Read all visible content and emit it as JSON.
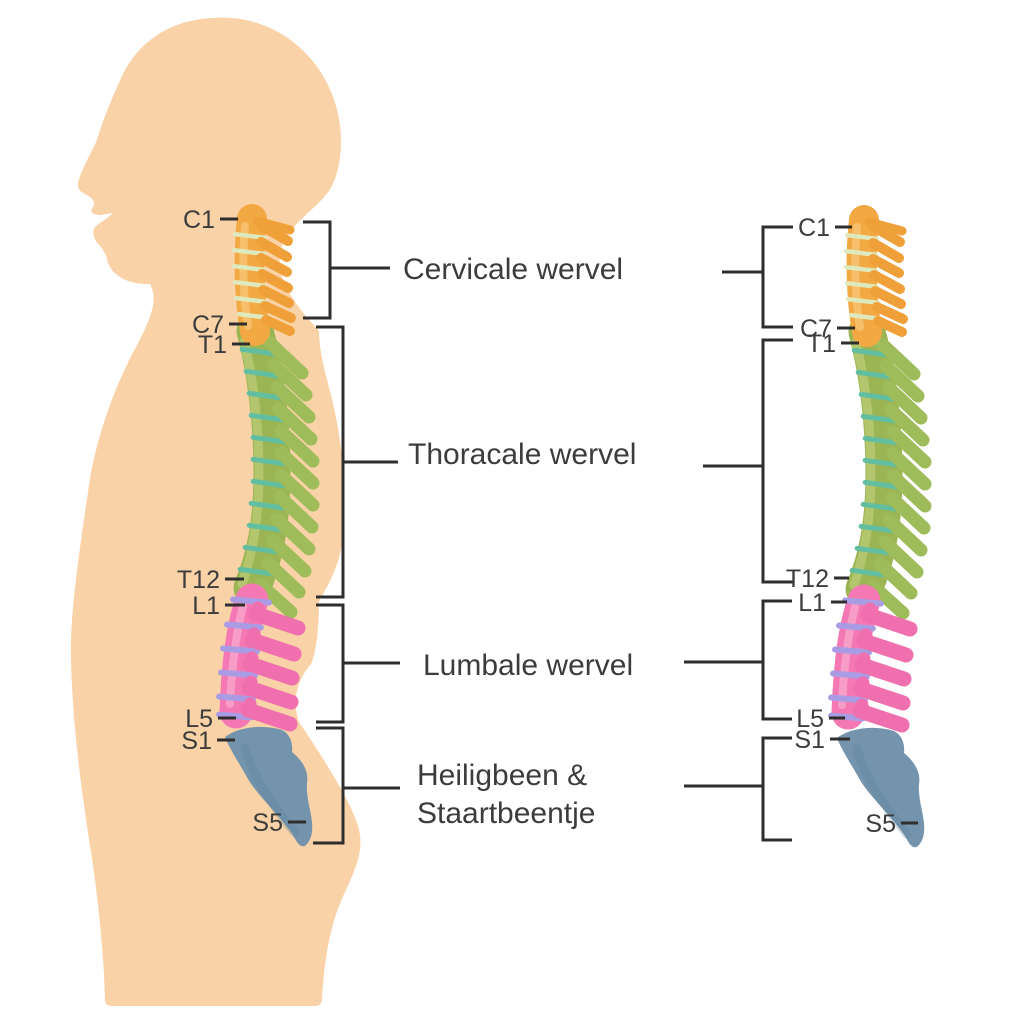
{
  "colors": {
    "background": "#FFFFFF",
    "skin": "#F9D3A7",
    "cervical": "#F2A843",
    "cervical_highlight": "#F8C775",
    "cervical_process": "#EFA039",
    "cervical_disc": "#DFE9BE",
    "thoracic": "#9CB554",
    "thoracic_highlight": "#B9CA74",
    "thoracic_process": "#9FBC5B",
    "thoracic_disc": "#62BEA0",
    "lumbar": "#F478B3",
    "lumbar_highlight": "#F9A6CC",
    "lumbar_process": "#F06FAE",
    "lumbar_disc": "#A99CE5",
    "sacrum": "#7394AC",
    "sacrum_shadow": "#5E8098",
    "line": "#2E2E2E",
    "text": "#3C3C3C"
  },
  "sections": {
    "cervical": {
      "label": "Cervicale wervel"
    },
    "thoracic": {
      "label": "Thoracale wervel"
    },
    "lumbar": {
      "label": "Lumbale wervel"
    },
    "sacral": {
      "label_line1": "Heiligbeen &",
      "label_line2": "Staartbeentje"
    }
  },
  "vertebrae": {
    "c1": "C1",
    "c7": "C7",
    "t1": "T1",
    "t12": "T12",
    "l1": "L1",
    "l5": "L5",
    "s1": "S1",
    "s5": "S5"
  }
}
